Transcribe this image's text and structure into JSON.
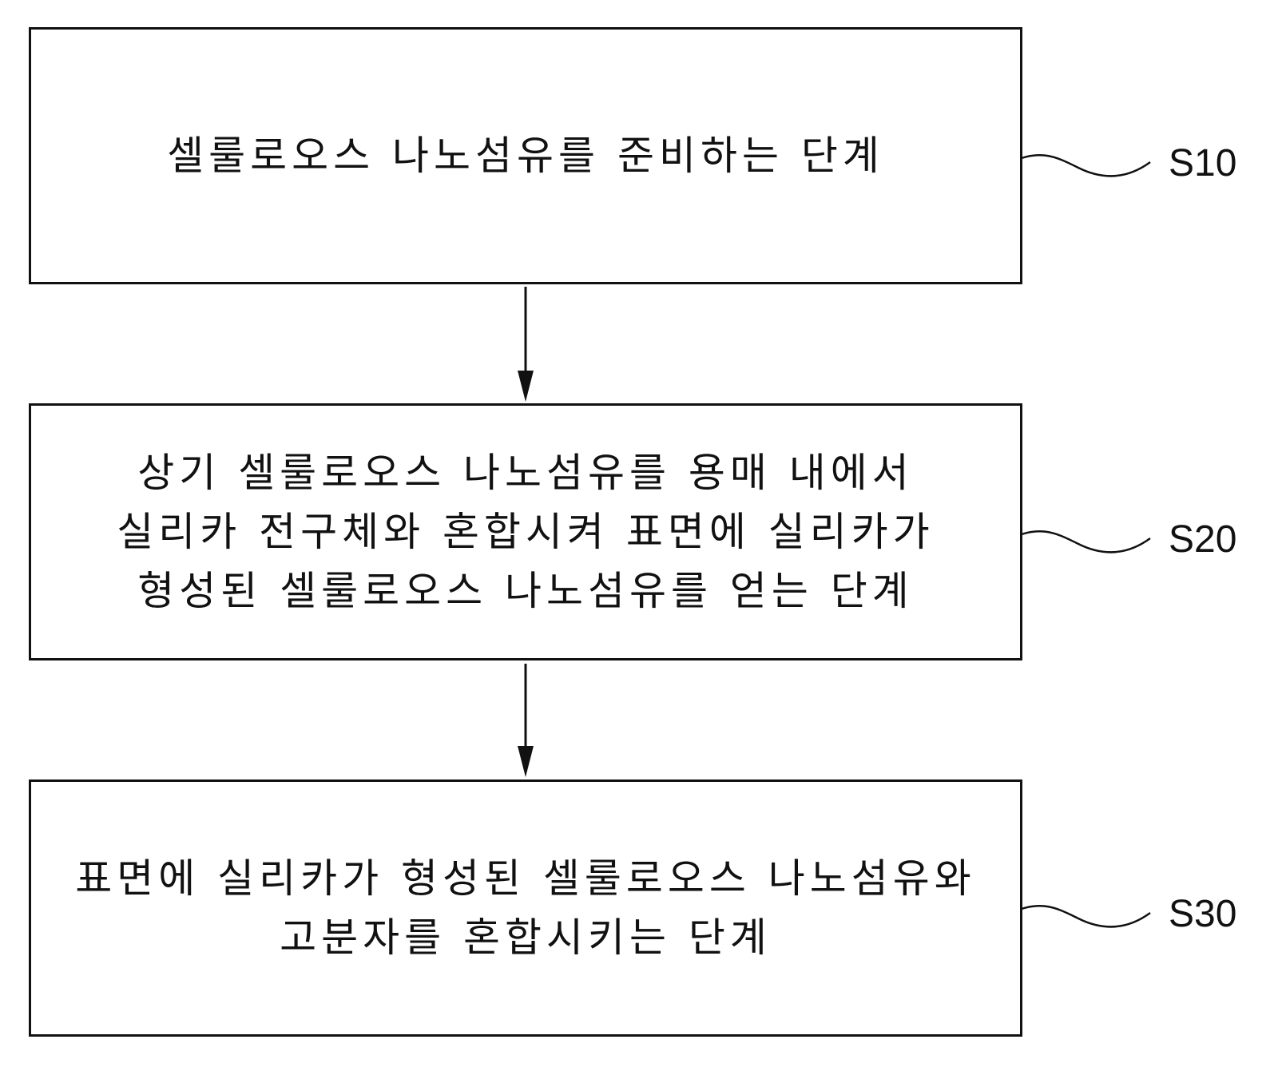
{
  "steps": [
    {
      "id": "S10",
      "lines": [
        "셀룰로오스 나노섬유를 준비하는 단계"
      ]
    },
    {
      "id": "S20",
      "lines": [
        "상기 셀룰로오스 나노섬유를 용매 내에서",
        "실리카 전구체와 혼합시켜 표면에 실리카가",
        "형성된 셀룰로오스 나노섬유를 얻는 단계"
      ]
    },
    {
      "id": "S30",
      "lines": [
        "표면에 실리카가 형성된 셀룰로오스 나노섬유와",
        "고분자를 혼합시키는 단계"
      ]
    }
  ]
}
